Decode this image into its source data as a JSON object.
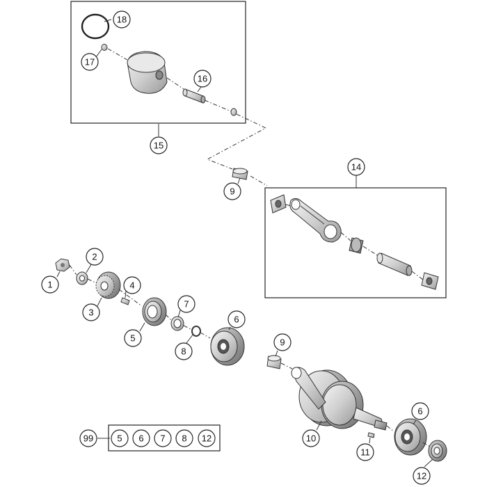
{
  "callouts": {
    "c1": "1",
    "c2": "2",
    "c3": "3",
    "c4": "4",
    "c5": "5",
    "c6a": "6",
    "c7": "7",
    "c8": "8",
    "c9a": "9",
    "c9b": "9",
    "c10": "10",
    "c11": "11",
    "c6b": "6",
    "c12": "12",
    "c14": "14",
    "c15": "15",
    "c16": "16",
    "c17": "17",
    "c18": "18",
    "c99": "99"
  },
  "kit": {
    "items": [
      "5",
      "6",
      "7",
      "8",
      "12"
    ]
  }
}
